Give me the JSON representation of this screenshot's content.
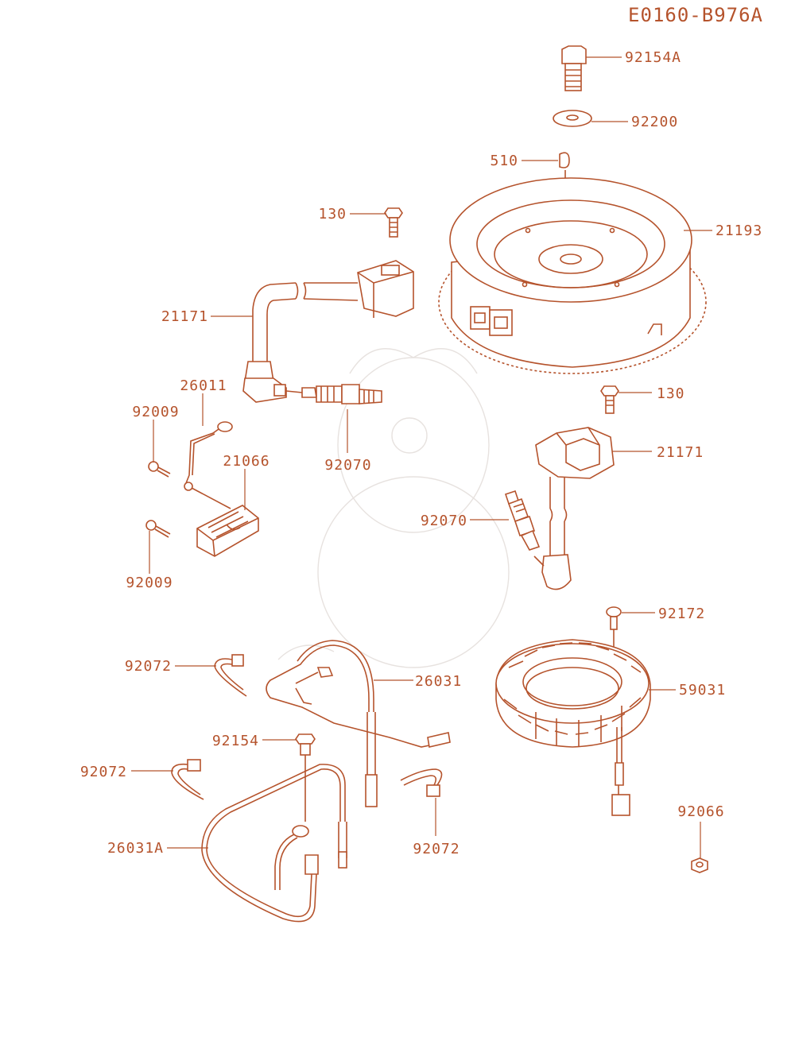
{
  "diagram_id": "E0160-B976A",
  "colors": {
    "line": "#b5532c",
    "background": "#ffffff"
  },
  "labels": [
    {
      "id": "92154A",
      "text": "92154A"
    },
    {
      "id": "92200",
      "text": "92200"
    },
    {
      "id": "510",
      "text": "510"
    },
    {
      "id": "21193",
      "text": "21193"
    },
    {
      "id": "130a",
      "text": "130"
    },
    {
      "id": "21171a",
      "text": "21171"
    },
    {
      "id": "26011",
      "text": "26011"
    },
    {
      "id": "92009a",
      "text": "92009"
    },
    {
      "id": "21066",
      "text": "21066"
    },
    {
      "id": "92070a",
      "text": "92070"
    },
    {
      "id": "92009b",
      "text": "92009"
    },
    {
      "id": "130b",
      "text": "130"
    },
    {
      "id": "21171b",
      "text": "21171"
    },
    {
      "id": "92070b",
      "text": "92070"
    },
    {
      "id": "92172",
      "text": "92172"
    },
    {
      "id": "92072a",
      "text": "92072"
    },
    {
      "id": "26031",
      "text": "26031"
    },
    {
      "id": "59031",
      "text": "59031"
    },
    {
      "id": "92154",
      "text": "92154"
    },
    {
      "id": "92072b",
      "text": "92072"
    },
    {
      "id": "92066",
      "text": "92066"
    },
    {
      "id": "26031A",
      "text": "26031A"
    },
    {
      "id": "92072c",
      "text": "92072"
    }
  ]
}
